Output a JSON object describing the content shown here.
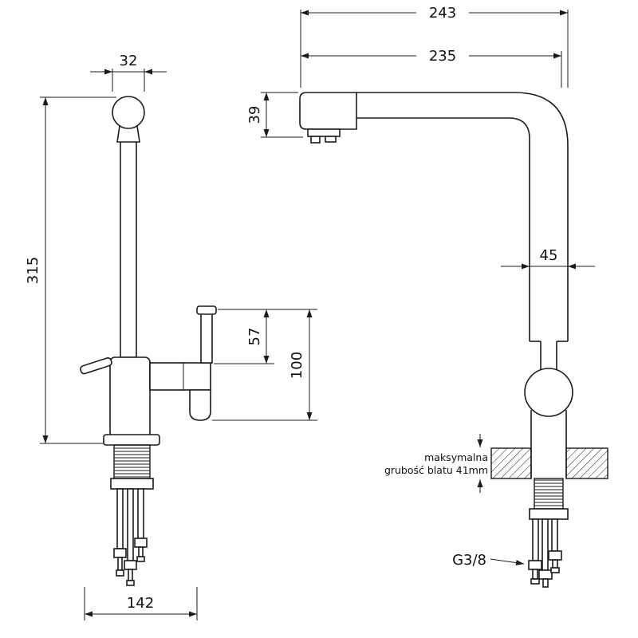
{
  "page": {
    "background": "#ffffff",
    "line_color": "#1b1b1b"
  },
  "front_view": {
    "dim_spout_width": "32",
    "dim_total_height": "315",
    "dim_handle_height": "57",
    "dim_spout_drop": "100",
    "dim_hose_span": "142"
  },
  "side_view": {
    "dim_total_depth": "243",
    "dim_spout_reach": "235",
    "dim_head_height": "39",
    "dim_column_width": "45",
    "counter_note_line1": "maksymalna",
    "counter_note_line2": "grubość blatu 41mm",
    "thread_size_label": "G3/8"
  }
}
